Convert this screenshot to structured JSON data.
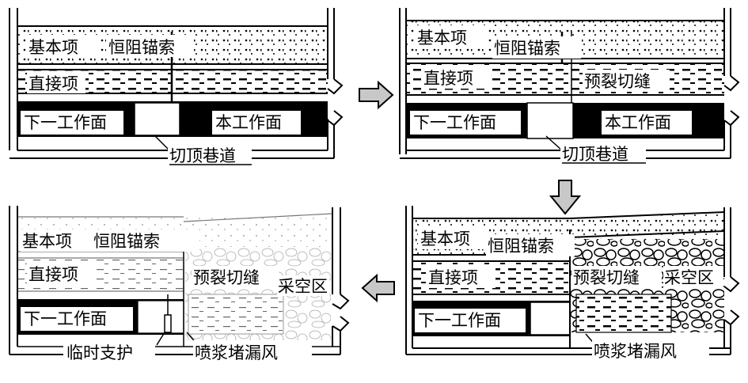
{
  "panels": {
    "p1": {
      "roof_main": "基本项",
      "anchor": "恒阻锚索",
      "roof_direct": "直接项",
      "next_face": "下一工作面",
      "this_face": "本工作面",
      "roadway": "切顶巷道"
    },
    "p2": {
      "roof_main": "基本项",
      "anchor": "恒阻锚索",
      "roof_direct": "直接项",
      "precrack": "预裂切缝",
      "next_face": "下一工作面",
      "this_face": "本工作面",
      "roadway": "切顶巷道"
    },
    "p3": {
      "roof_main": "基本项",
      "anchor": "恒阻锚索",
      "roof_direct": "直接项",
      "precrack": "预裂切缝",
      "goaf": "采空区",
      "next_face": "下一工作面",
      "spray": "喷浆堵漏风"
    },
    "p4": {
      "roof_main": "基本项",
      "anchor": "恒阻锚索",
      "roof_direct": "直接项",
      "precrack": "预裂切缝",
      "goaf": "采空区",
      "next_face": "下一工作面",
      "temp_support": "临时支护",
      "spray": "喷浆堵漏风"
    }
  },
  "colors": {
    "ink": "#000000",
    "arrow_fill": "#c8c8c8",
    "background": "#ffffff"
  },
  "arrows": [
    "right-arrow",
    "down-arrow",
    "left-arrow"
  ]
}
